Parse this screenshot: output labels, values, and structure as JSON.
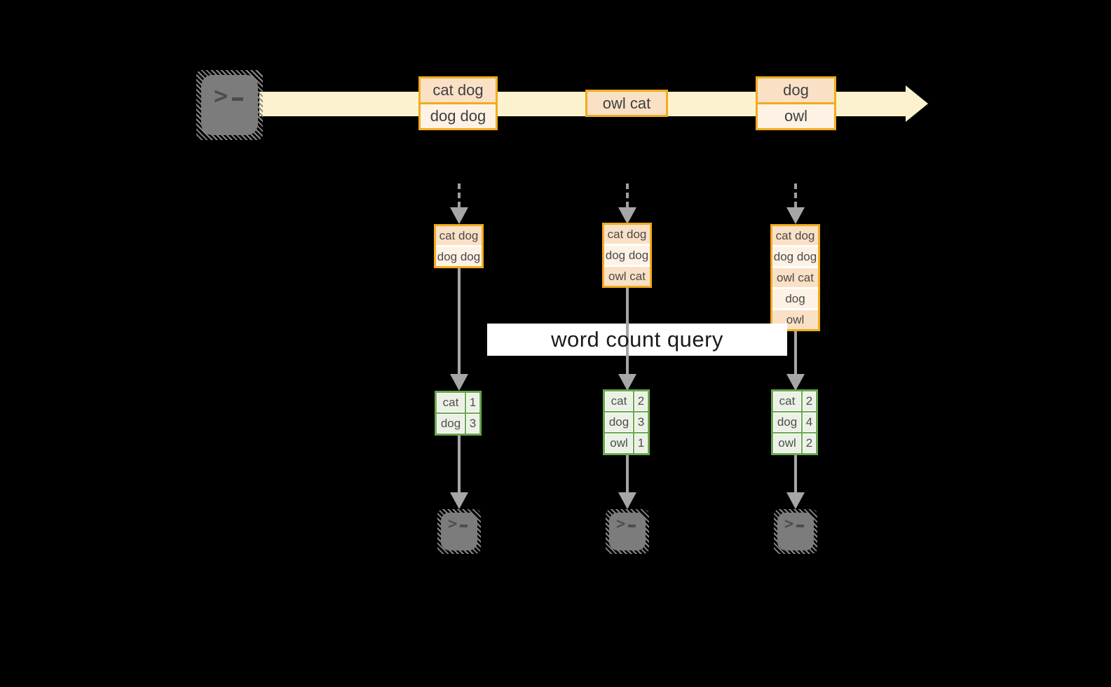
{
  "title_label": {
    "text": "word count query"
  },
  "stream": {
    "batches": [
      {
        "rows": [
          "cat dog",
          "dog dog"
        ]
      },
      {
        "rows": [
          "owl cat"
        ]
      },
      {
        "rows": [
          "dog",
          "owl"
        ]
      }
    ]
  },
  "columns": [
    {
      "buffer": [
        "cat dog",
        "dog dog"
      ],
      "counts": [
        {
          "word": "cat",
          "count": "1"
        },
        {
          "word": "dog",
          "count": "3"
        }
      ]
    },
    {
      "buffer": [
        "cat dog",
        "dog dog",
        "owl cat"
      ],
      "counts": [
        {
          "word": "cat",
          "count": "2"
        },
        {
          "word": "dog",
          "count": "3"
        },
        {
          "word": "owl",
          "count": "1"
        }
      ]
    },
    {
      "buffer": [
        "cat dog",
        "dog dog",
        "owl cat",
        "dog",
        "owl"
      ],
      "counts": [
        {
          "word": "cat",
          "count": "2"
        },
        {
          "word": "dog",
          "count": "4"
        },
        {
          "word": "owl",
          "count": "2"
        }
      ]
    }
  ],
  "colors": {
    "background": "#000000",
    "accent_orange": "#f1ac1d",
    "fill_peach": "#fae1c6",
    "fill_cream": "#fdf2e4",
    "stream_yellow": "#fdf2cf",
    "accent_green": "#6aa84f",
    "fill_green": "#ecf1e6",
    "arrow_gray": "#a6a6a6",
    "terminal_gray": "#7c7c7c",
    "label_bg": "#ffffff"
  },
  "icons": {
    "source": "terminal-icon",
    "sinks": [
      "terminal-icon",
      "terminal-icon",
      "terminal-icon"
    ],
    "stream_arrow": "right-arrow-icon",
    "flow_arrows": "down-arrow-icon"
  }
}
